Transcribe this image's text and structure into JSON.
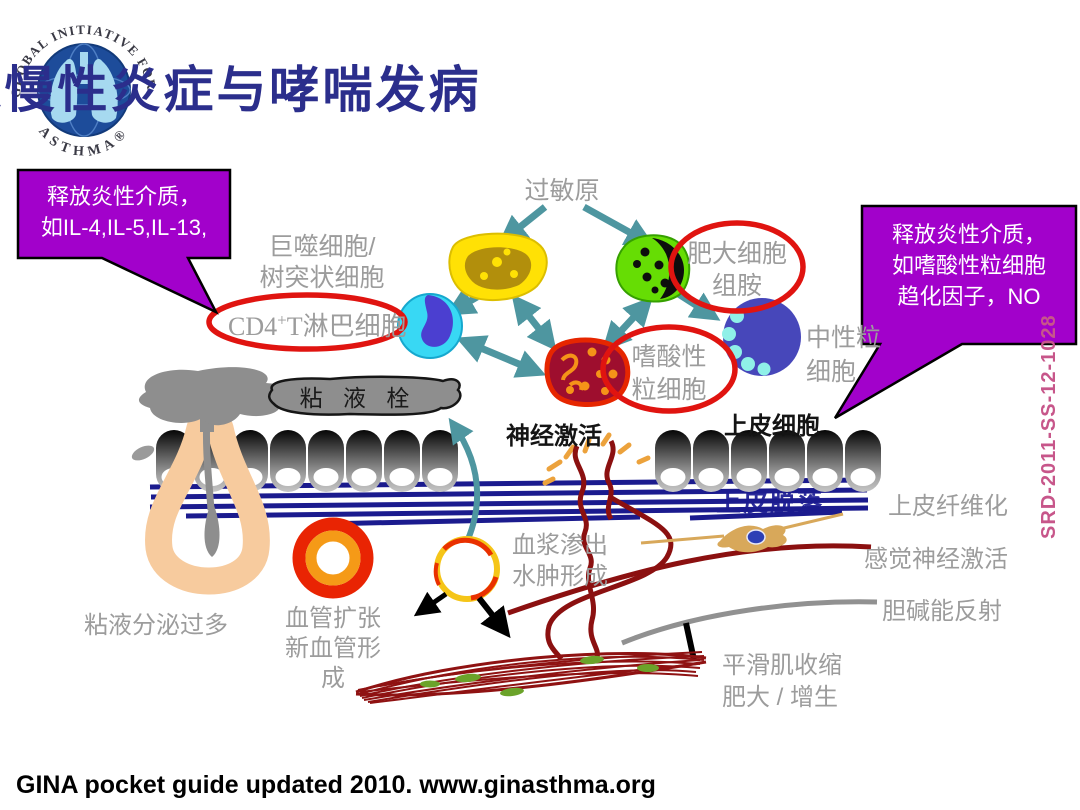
{
  "slide": {
    "title": "气道慢性炎症与哮喘发病",
    "footer": "GINA pocket guide updated 2010. www.ginasthma.org",
    "watermark": "SRD-2011-SS-12-1028"
  },
  "logo": {
    "arc_top": "GLOBAL INITIATIVE FOR",
    "arc_bottom": "ASTHMA®"
  },
  "callouts": {
    "left": {
      "line1": "释放炎性介质，",
      "line2": "如IL-4,IL-5,IL-13,"
    },
    "right": {
      "line1": "释放炎性介质，",
      "line2": "如嗜酸性粒细胞",
      "line3": "趋化因子，NO"
    }
  },
  "labels": {
    "allergen": "过敏原",
    "macrophage_line1": "巨噬细胞/",
    "macrophage_line2": "树突状细胞",
    "cd4_prefix": "CD4",
    "cd4_sup": "+",
    "cd4_suffix": "T淋巴细胞",
    "mast_line1": "肥大细胞",
    "mast_line2": "组胺",
    "neutrophil_line1": "中性粒",
    "neutrophil_line2": "细胞",
    "eosinophil_line1": "嗜酸性",
    "eosinophil_line2": "粒细胞",
    "mucus_plug": "粘 液 栓",
    "nerve_activation": "神经激活",
    "epithelial_cells": "上皮细胞",
    "epithelial_shedding": "上皮脱落",
    "epithelial_fibrosis": "上皮纤维化",
    "sensory_nerve_activation": "感觉神经激活",
    "cholinergic_reflex": "胆碱能反射",
    "plasma_line1": "血浆渗出",
    "plasma_line2": "水肿形成",
    "mucus_hypersecretion": "粘液分泌过多",
    "vasodilation_line1": "血管扩张",
    "vasodilation_line2": "新血管形",
    "vasodilation_line3": "成",
    "smooth_muscle_line1": "平滑肌收缩",
    "smooth_muscle_line2": "肥大 / 增生"
  },
  "colors": {
    "title": "#2B2E8C",
    "callout_bg": "#A201CB",
    "highlight_ellipse": "#E01410",
    "arrow": "#4E96A0",
    "gray_label": "#9C9C9C",
    "watermark": "#C7568A",
    "membrane": "#1B1B8E",
    "nerve": "#8B1010"
  }
}
